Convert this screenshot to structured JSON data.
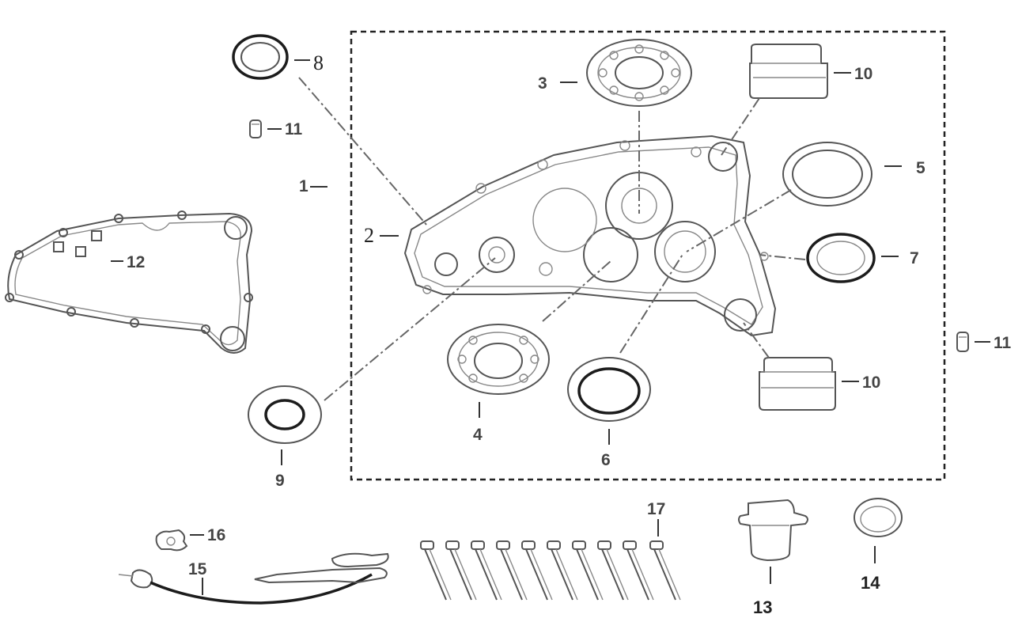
{
  "diagram": {
    "callouts": {
      "p1": "1",
      "p2": "2",
      "p3": "3",
      "p4": "4",
      "p5": "5",
      "p6": "6",
      "p7": "7",
      "p8": "8",
      "p9": "9",
      "p10a": "10",
      "p10b": "10",
      "p11a": "11",
      "p11b": "11",
      "p12": "12",
      "p13": "13",
      "p14": "14",
      "p15": "15",
      "p16": "16",
      "p17": "17"
    }
  }
}
